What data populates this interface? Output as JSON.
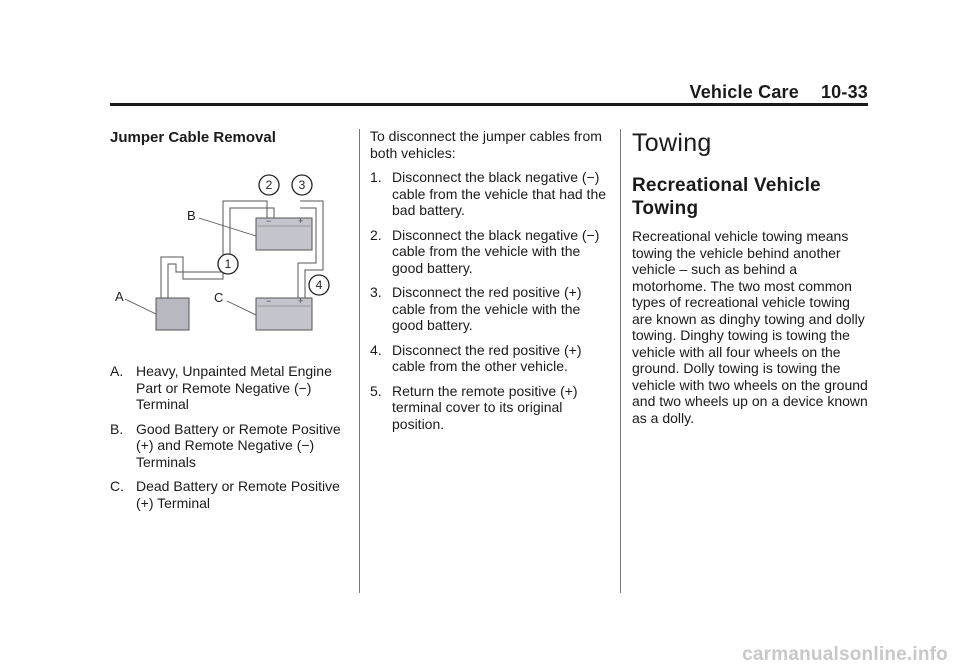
{
  "header": {
    "section": "Vehicle Care",
    "page": "10-33"
  },
  "col1": {
    "heading": "Jumper Cable Removal",
    "diagram": {
      "labels": {
        "a": "A",
        "b": "B",
        "c": "C",
        "n1": "1",
        "n2": "2",
        "n3": "3",
        "n4": "4"
      },
      "terminal_neg": "−",
      "terminal_pos": "+"
    },
    "legend": [
      {
        "letter": "A.",
        "text": "Heavy, Unpainted Metal Engine Part or Remote Negative (−) Terminal"
      },
      {
        "letter": "B.",
        "text": "Good Battery or Remote Positive (+) and Remote Negative (−) Terminals"
      },
      {
        "letter": "C.",
        "text": "Dead Battery or Remote Positive (+) Terminal"
      }
    ]
  },
  "col2": {
    "intro": "To disconnect the jumper cables from both vehicles:",
    "steps": [
      {
        "num": "1.",
        "text": "Disconnect the black negative (−) cable from the vehicle that had the bad battery."
      },
      {
        "num": "2.",
        "text": "Disconnect the black negative (−) cable from the vehicle with the good battery."
      },
      {
        "num": "3.",
        "text": "Disconnect the red positive (+) cable from the vehicle with the good battery."
      },
      {
        "num": "4.",
        "text": "Disconnect the red positive (+) cable from the other vehicle."
      },
      {
        "num": "5.",
        "text": "Return the remote positive (+) terminal cover to its original position."
      }
    ]
  },
  "col3": {
    "title": "Towing",
    "subtitle": "Recreational Vehicle Towing",
    "paragraph": "Recreational vehicle towing means towing the vehicle behind another vehicle – such as behind a motorhome. The two most common types of recreational vehicle towing are known as dinghy towing and dolly towing. Dinghy towing is towing the vehicle with all four wheels on the ground. Dolly towing is towing the vehicle with two wheels on the ground and two wheels up on a device known as a dolly."
  },
  "watermark": "carmanualsonline.info"
}
